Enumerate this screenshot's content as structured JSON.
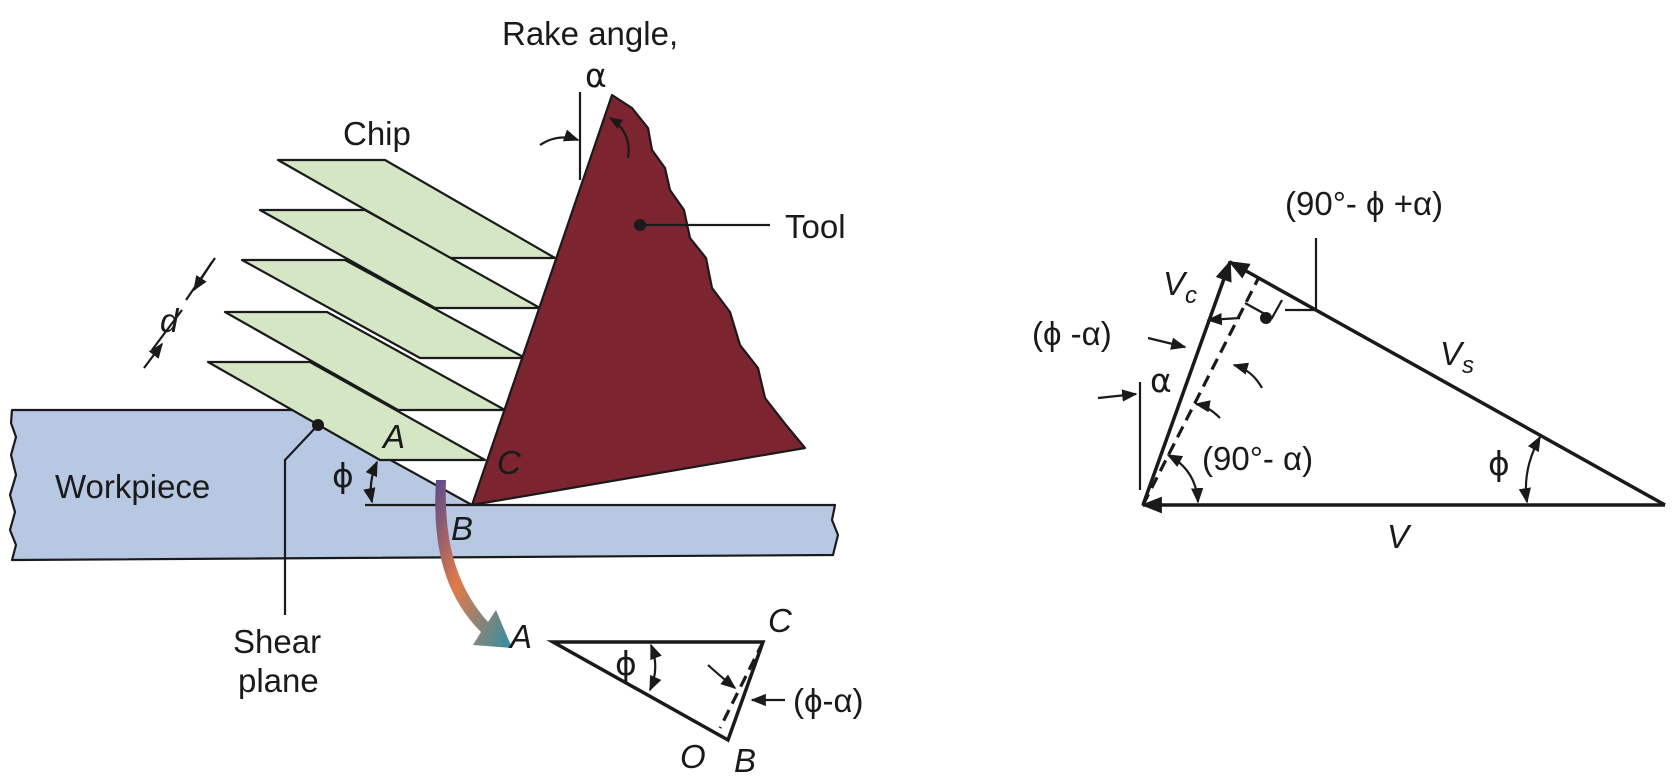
{
  "labels": {
    "rake_angle": "Rake angle,",
    "alpha": "α",
    "chip": "Chip",
    "tool": "Tool",
    "workpiece": "Workpiece",
    "shear": "Shear",
    "plane": "plane",
    "d": "d",
    "phi": "ϕ",
    "pt_a": "A",
    "pt_b": "B",
    "pt_c": "C",
    "pt_o": "O",
    "phi_minus_alpha": "(ϕ-α)",
    "phi_minus_alpha_spaced": "(ϕ -α)",
    "ninety_minus_phi_plus_alpha": "(90°- ϕ +α)",
    "ninety_minus_alpha": "(90°- α)",
    "v_c": "V",
    "v_c_sub": "c",
    "v_s": "V",
    "v_s_sub": "s",
    "v": "V"
  },
  "colors": {
    "chip": "#d5e6c4",
    "workpiece": "#b7c8e2",
    "tool": "#7c2530",
    "flow_arrow_start": "#5a4a8a",
    "flow_arrow_mid": "#e07a4a",
    "flow_arrow_end": "#2f8fa6"
  }
}
